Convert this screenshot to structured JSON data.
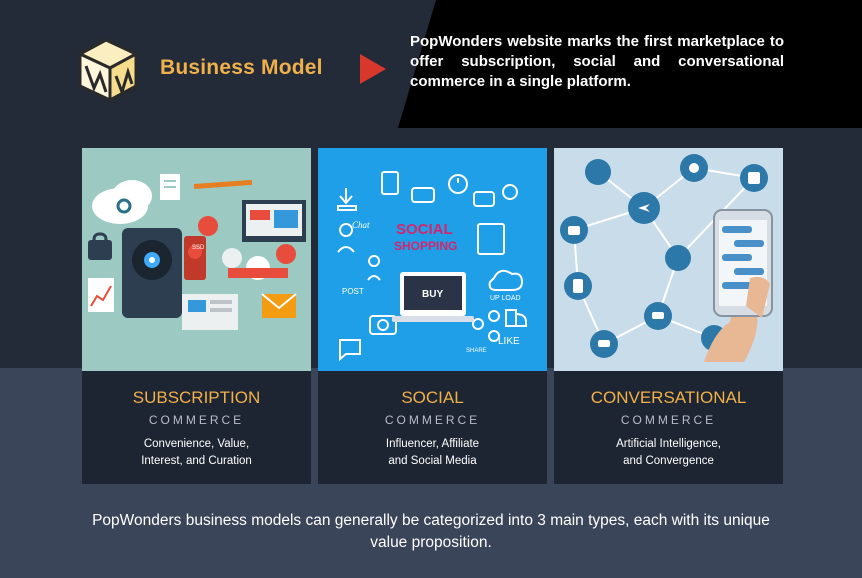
{
  "header": {
    "title": "Business Model",
    "banner_text": "PopWonders website marks the first marketplace to offer subscription, social and conversational commerce in a single platform."
  },
  "cards": [
    {
      "title": "SUBSCRIPTION",
      "subtitle": "COMMERCE",
      "description": "Convenience, Value,\nInterest, and Curation"
    },
    {
      "title": "SOCIAL",
      "subtitle": "COMMERCE",
      "description": "Influencer, Affiliate\nand Social Media"
    },
    {
      "title": "CONVERSATIONAL",
      "subtitle": "COMMERCE",
      "description": "Artificial Intelligence,\nand Convergence"
    }
  ],
  "illustration_text": {
    "social_line1": "SOCIAL",
    "social_line2": "SHOPPING",
    "buy": "BUY",
    "chat": "Chat",
    "post": "POST",
    "upload": "UP LOAD",
    "like": "LIKE",
    "share": "SHARE",
    "ssd": "SSD"
  },
  "footer": {
    "text": "PopWonders business models can generally be categorized into 3 main types, each with its unique value proposition."
  },
  "colors": {
    "accent": "#f0b04a",
    "arrow": "#d7382b",
    "background": "#232a38",
    "bottom_band": "#3a4559"
  }
}
